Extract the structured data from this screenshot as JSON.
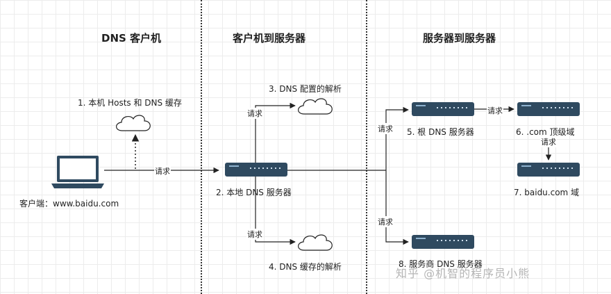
{
  "headings": {
    "client": "DNS 客户机",
    "client_to_server": "客户机到服务器",
    "server_to_server": "服务器到服务器"
  },
  "nodes": {
    "hosts_cache": "1. 本机 Hosts 和 DNS 缓存",
    "local_dns": "2. 本地 DNS 服务器",
    "dns_config": "3. DNS 配置的解析",
    "dns_cache": "4. DNS 缓存的解析",
    "root_dns": "5. 根 DNS 服务器",
    "com_tld": "6. .com 顶级域",
    "baidu_domain": "7. baidu.com 域",
    "forward_dns": "8. 服务商 DNS 服务器",
    "client": "客户端：www.baidu.com"
  },
  "edge_labels": {
    "client_to_local": "请求",
    "local_to_config": "请求",
    "local_to_cache": "请求",
    "to_root": "请求",
    "to_forward": "请求",
    "root_to_com": "请求",
    "com_to_baidu": "请求"
  },
  "watermark": "知乎 @机智的程序员小熊",
  "colors": {
    "server": "#2f4a60",
    "line": "#222222"
  }
}
